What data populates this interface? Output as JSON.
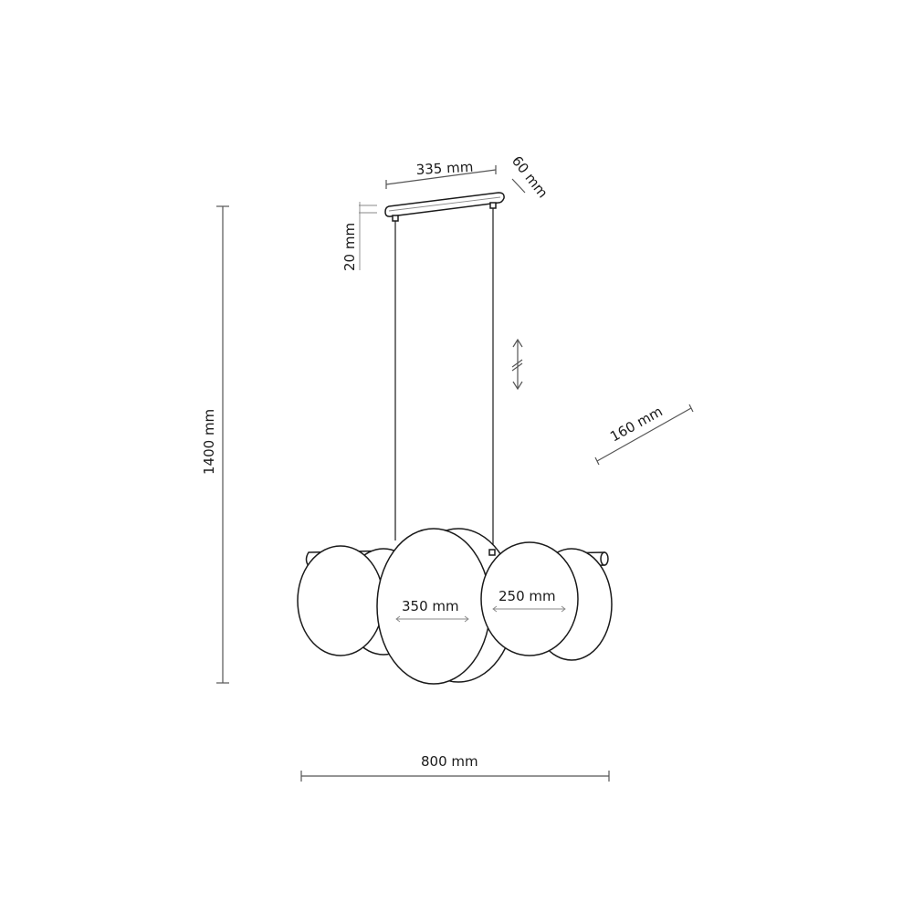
{
  "diagram": {
    "subject": "pendant lamp dimension drawing",
    "colors": {
      "background": "#ffffff",
      "line": "#1a1a1a",
      "dimension_line": "#555555"
    },
    "dimensions": {
      "canopy_length": "335 mm",
      "canopy_width": "60 mm",
      "canopy_height": "20 mm",
      "total_height": "1400 mm",
      "bar_depth": "160 mm",
      "large_disc_diameter": "350 mm",
      "small_disc_diameter": "250 mm",
      "total_width": "800 mm"
    },
    "symbols": {
      "adjustable_cord": "double-arrow-break-icon"
    }
  }
}
